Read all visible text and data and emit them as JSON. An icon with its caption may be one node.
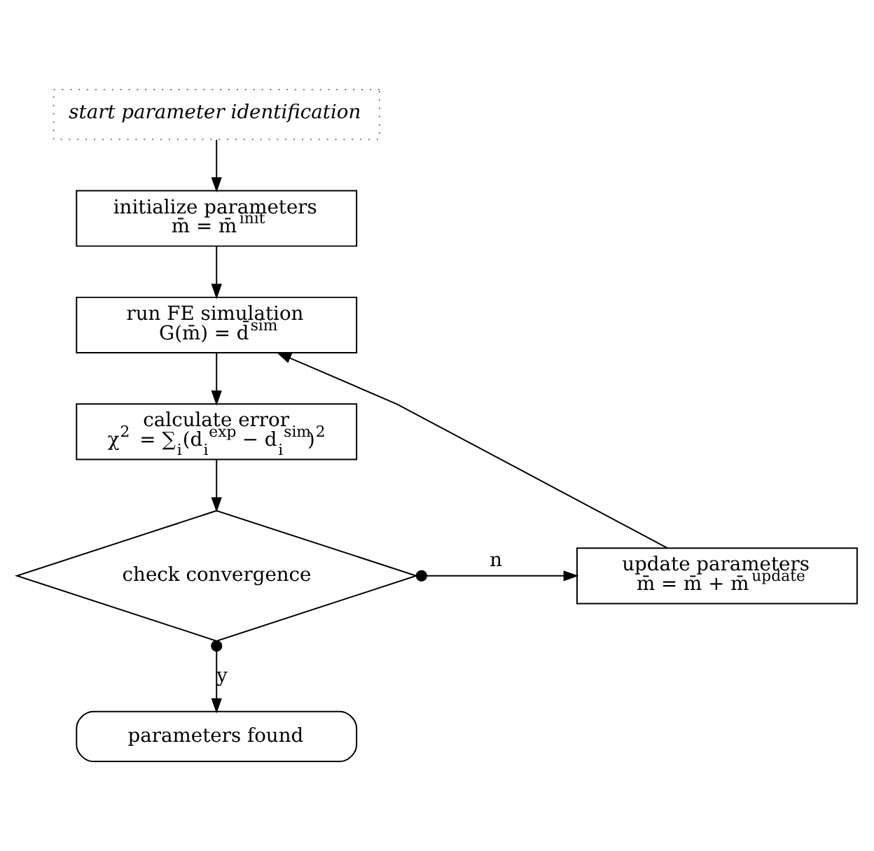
{
  "diagram": {
    "nodes": [
      {
        "text": [
          "start parameter identification"
        ]
      },
      {
        "text": [
          "initialize parameters",
          "m̄ = m̄$^{init}$"
        ]
      },
      {
        "text": [
          "run FE simulation",
          "G(m̄) = d̄$^{sim}$"
        ]
      },
      {
        "text": [
          "calculate error",
          "χ$^{2}$ = ∑$_{i}$(d$_{i}$$^{exp}$ − d$_{i}$$^{sim}$)$^{2}$"
        ]
      },
      {
        "text": [
          "check convergence"
        ]
      },
      {
        "text": [
          "update parameters",
          "m̄ = m̄ + m̄$^{update}$"
        ]
      },
      {
        "text": [
          "parameters found"
        ]
      }
    ],
    "edges": [
      {
        "from": 0,
        "to": 1,
        "arrow": "to"
      },
      {
        "from": 1,
        "to": 2,
        "arrow": "to"
      },
      {
        "from": 2,
        "to": 3,
        "arrow": "to"
      },
      {
        "from": 3,
        "to": 4,
        "arrow": "to"
      },
      {
        "from": 4,
        "to": 5,
        "arrow": "to",
        "label": "n"
      },
      {
        "from": 5,
        "to": 2,
        "arrow": "to"
      },
      {
        "from": 4,
        "to": 6,
        "arrow": "to",
        "label": "y"
      }
    ]
  }
}
